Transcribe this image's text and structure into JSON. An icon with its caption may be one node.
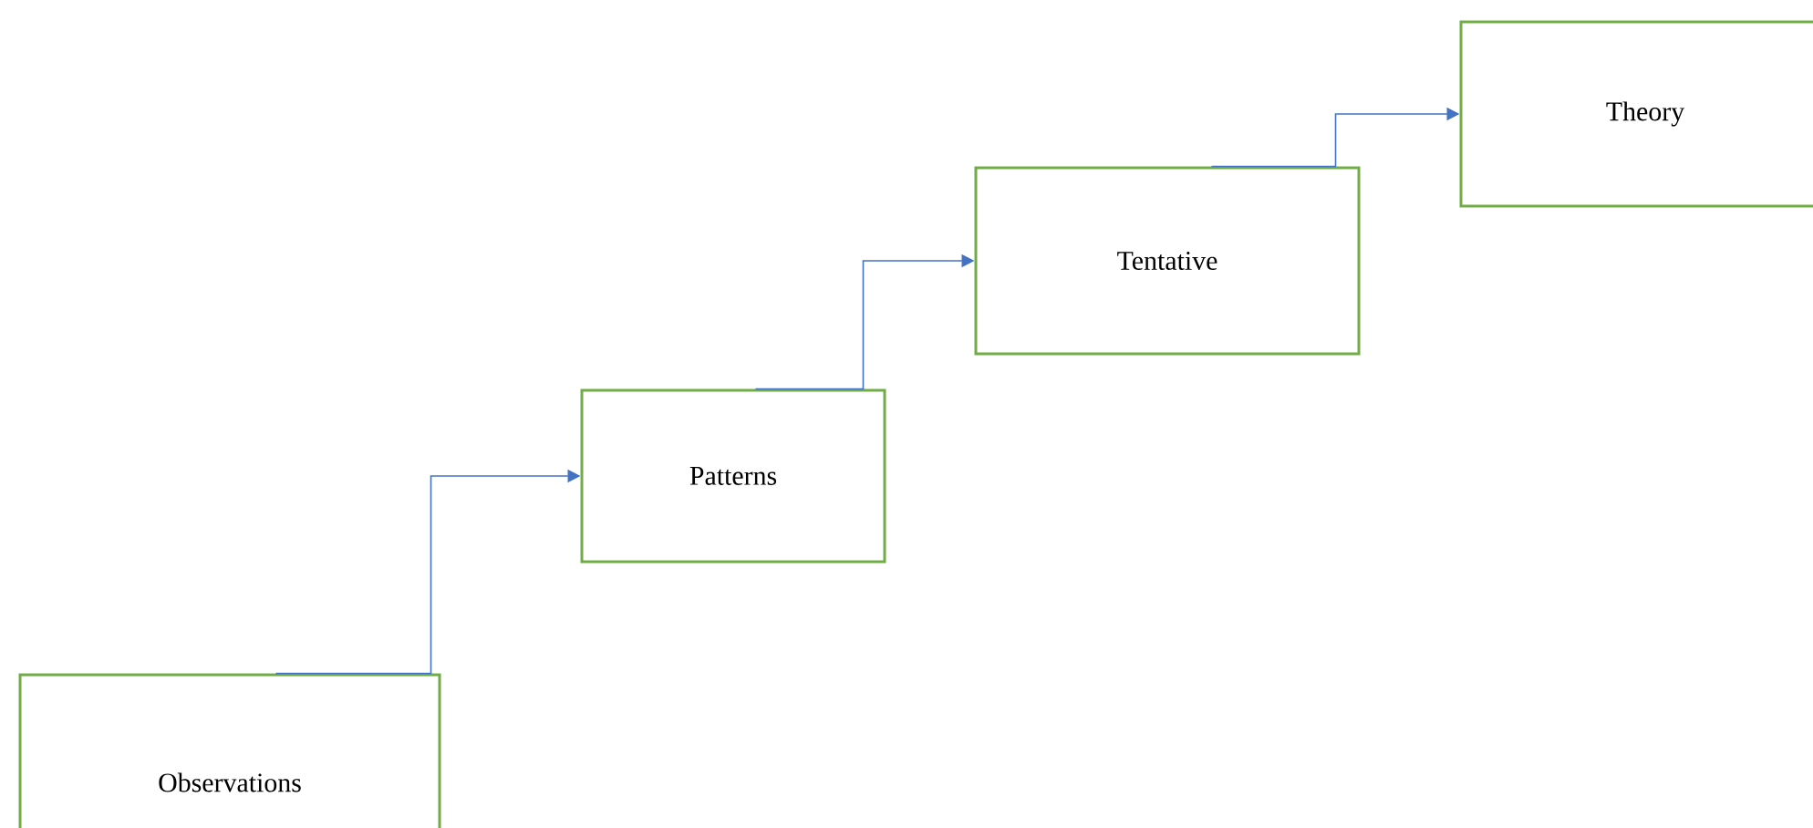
{
  "diagram": {
    "nodes": [
      {
        "text": [
          "Observations"
        ]
      },
      {
        "text": [
          "Patterns"
        ]
      },
      {
        "text": [
          "Tentative"
        ]
      },
      {
        "text": [
          "Theory"
        ]
      }
    ],
    "edges": [
      {
        "from": 0,
        "to": 1,
        "arrow": "to"
      },
      {
        "from": 1,
        "to": 2,
        "arrow": "to"
      },
      {
        "from": 2,
        "to": 3,
        "arrow": "to"
      }
    ]
  }
}
